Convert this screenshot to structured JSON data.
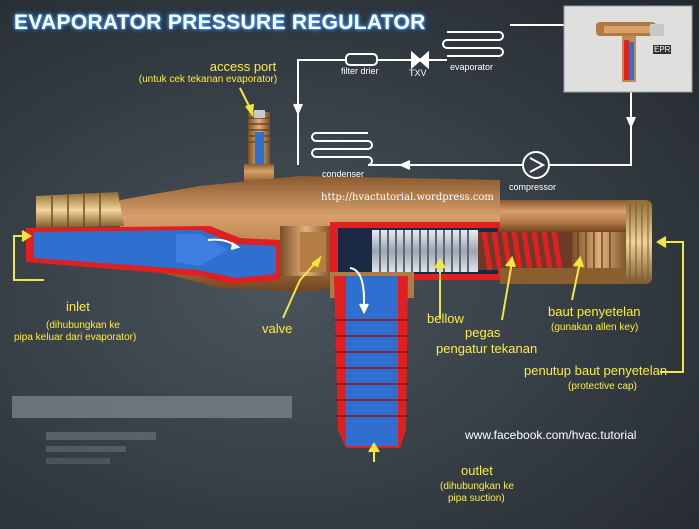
{
  "title": "EVAPORATOR PRESSURE REGULATOR",
  "labels": {
    "access_port": "access port",
    "access_port_note": "(untuk cek tekanan evaporator)",
    "inlet": "inlet",
    "inlet_note_1": "(dihubungkan ke",
    "inlet_note_2": "pipa keluar dari evaporator)",
    "valve": "valve",
    "bellow": "bellow",
    "pegas_1": "pegas",
    "pegas_2": "pengatur tekanan",
    "baut": "baut penyetelan",
    "baut_note": "(gunakan allen key)",
    "penutup": "penutup baut penyetelan",
    "penutup_note": "(protective cap)",
    "outlet": "outlet",
    "outlet_note_1": "(dihubungkan ke",
    "outlet_note_2": "pipa suction)"
  },
  "schematic": {
    "filter_drier": "filter drier",
    "txv": "TXV",
    "evaporator": "evaporator",
    "condenser": "condenser",
    "compressor": "compressor",
    "epr": "EPR"
  },
  "watermark_url": "http://hvactutorial.wordpress.com",
  "facebook": "www.facebook.com/hvac.tutorial",
  "colors": {
    "label_yellow": "#ffec3c",
    "callout_line": "#f4e640",
    "flow_blue": "#2f6fd0",
    "cut_red": "#e02020",
    "brass": "#b8894a"
  }
}
